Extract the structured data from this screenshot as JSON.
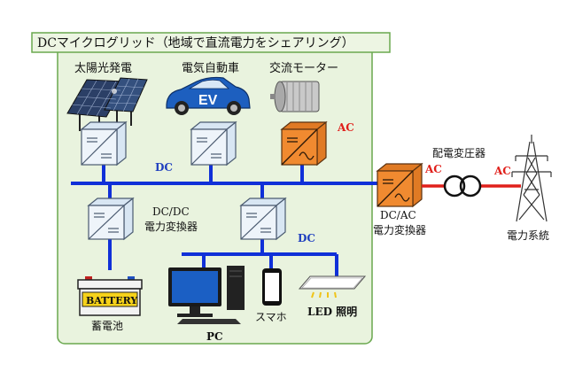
{
  "title": "DCマイクログリッド（地域で直流電力をシェアリング）",
  "sources": {
    "solar": "太陽光発電",
    "ev": "電気自動車",
    "ev_badge": "EV",
    "motor": "交流モーター"
  },
  "bus_labels": {
    "dc_main": "DC",
    "dc_sub": "DC",
    "ac_motor": "AC",
    "ac_out1": "AC",
    "ac_out2": "AC"
  },
  "converters": {
    "dcdc_line1": "DC/DC",
    "dcdc_line2": "電力変換器",
    "dcac_line1": "DC/AC",
    "dcac_line2": "電力変換器"
  },
  "transformer": "配電変圧器",
  "grid": "電力系統",
  "loads": {
    "battery_text": "BATTERY",
    "battery": "蓄電池",
    "pc": "PC",
    "smartphone": "スマホ",
    "led": "LED 照明"
  },
  "colors": {
    "dc_bus": "#1030d8",
    "ac_line": "#e0201b",
    "panel_border": "#6aa84f",
    "panel_fill": "#e9f3de",
    "converter_dc": "#d8e6f3",
    "converter_ac": "#e07a24"
  }
}
